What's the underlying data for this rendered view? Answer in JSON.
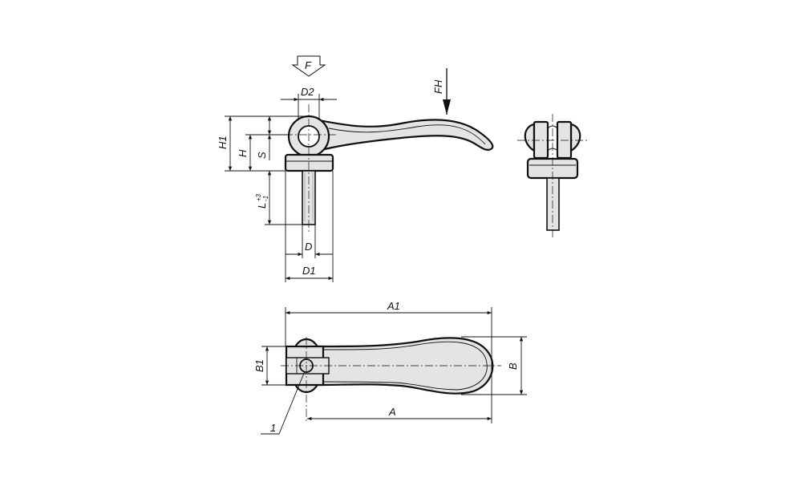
{
  "drawing": {
    "top_view": {
      "force_label": "F",
      "hand_force_label": "FH",
      "dimensions": {
        "D2": "D2",
        "H1": "H1",
        "H": "H",
        "S": "S",
        "L": "L",
        "L_tol_upper": "+3",
        "L_tol_lower": "-1",
        "D": "D",
        "D1": "D1"
      }
    },
    "plan_view": {
      "dimensions": {
        "A1": "A1",
        "A": "A",
        "B": "B",
        "B1": "B1"
      },
      "callout": "1"
    },
    "colors": {
      "line": "#111111",
      "fill": "#e4e4e4",
      "background": "#ffffff"
    }
  }
}
